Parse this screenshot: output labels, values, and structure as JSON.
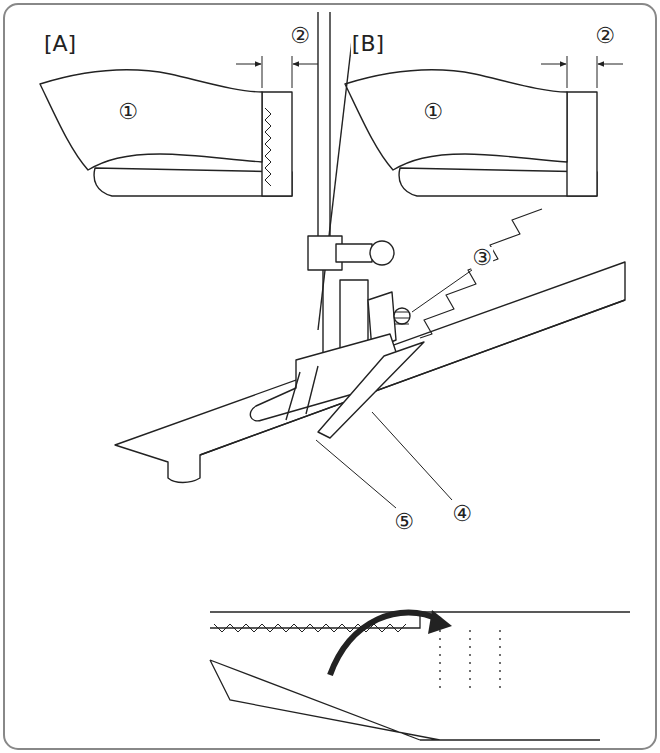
{
  "diagram": {
    "labels": [
      "[A]",
      "①",
      "②",
      "[B]",
      "①",
      "②",
      "③",
      "④",
      "⑤"
    ]
  }
}
